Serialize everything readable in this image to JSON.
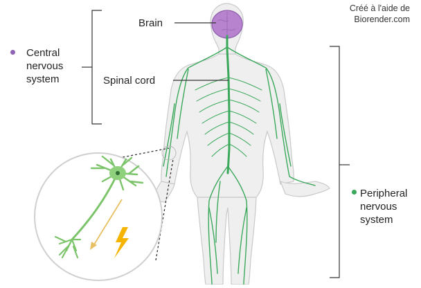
{
  "credit": {
    "line1": "Créé à l'aide de",
    "line2": "Biorender.com"
  },
  "labels": {
    "brain": "Brain",
    "spinal_cord": "Spinal cord",
    "cns": [
      "Central",
      "nervous",
      "system"
    ],
    "pns": [
      "Peripheral",
      "nervous",
      "system"
    ]
  },
  "colors": {
    "brain": "#b783cf",
    "brain_stroke": "#8f5fae",
    "nerve": "#3aa85a",
    "body_fill": "#efefef",
    "body_outline": "#c9c9c9",
    "cns_dot": "#8d63b5",
    "pns_dot": "#3aa85a",
    "neuron": "#7cc46a",
    "signal_arrow": "#e7c063",
    "lightning": "#f4b400",
    "line": "#333333"
  },
  "icons": {
    "signal": "lightning-bolt-icon"
  }
}
